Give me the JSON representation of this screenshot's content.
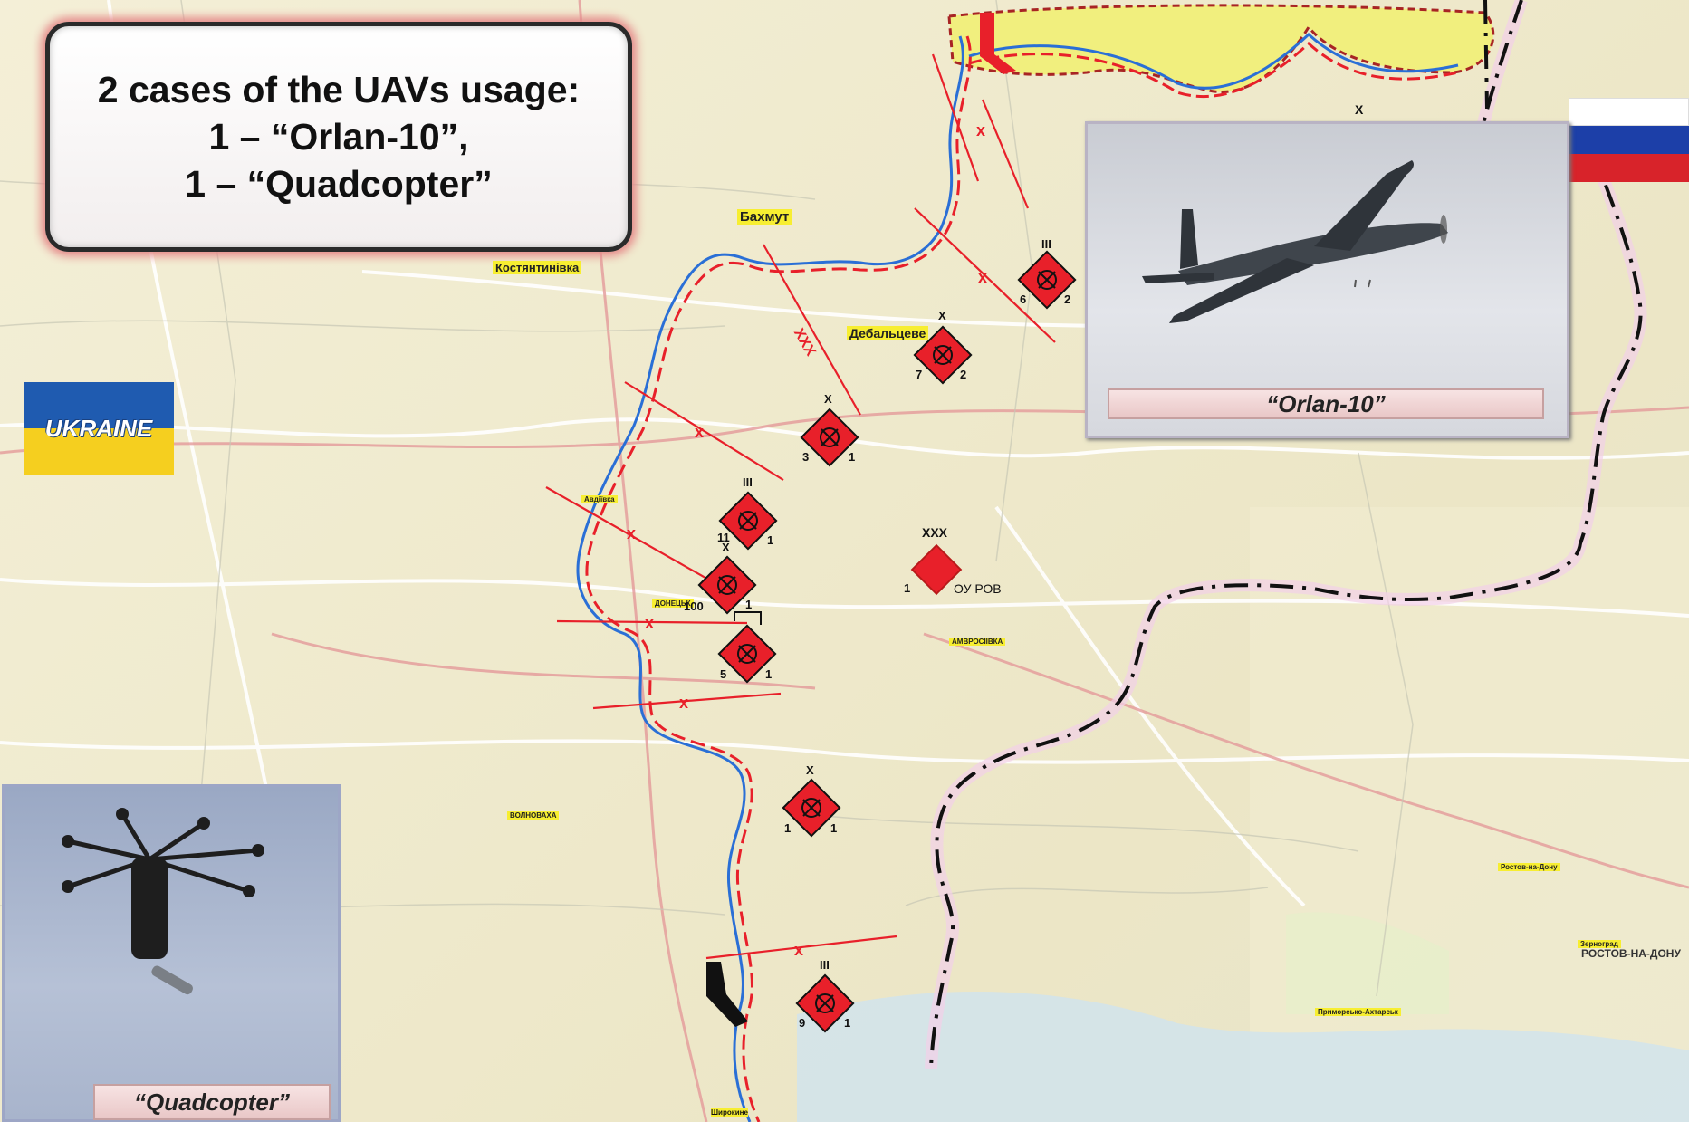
{
  "info_box": {
    "line1": "2 cases of the UAVs usage:",
    "line2": "1 – “Orlan-10”,",
    "line3": "1 – “Quadcopter”"
  },
  "flags": {
    "ukraine_text": "UKRAINE"
  },
  "photos": {
    "orlan_caption": "“Orlan-10”",
    "quad_caption": "“Quadcopter”"
  },
  "cities": {
    "bakhmut": "Бахмут",
    "kostiantynivka": "Костянтинівка",
    "debaltseve": "Дебальцеве",
    "avdiivka": "Авдіївка",
    "donetsk": "ДОНЕЦЬК",
    "amvrosiivka": "АМВРОСІЇВКА",
    "volnovakha": "ВОЛНОВАХА",
    "rostov_na_donu_small": "Ростов-на-Дону",
    "zernograd": "Зерноград",
    "rostov": "РОСТОВ-НА-ДОНУ",
    "primorsko_akhtarsk": "Приморсько-Ахтарськ",
    "shyrokyne": "Широкине"
  },
  "units": {
    "army_echelon": "XXX",
    "brigade": "X",
    "regiment": "III",
    "corps_hq": "ОУ РОВ",
    "u6": "6",
    "u6b": "2",
    "u7": "7",
    "u7b": "2",
    "u3": "3",
    "u3b": "1",
    "u11": "11",
    "u11b": "1",
    "u100": "100",
    "u100b": "1",
    "u5": "5",
    "u5b": "1",
    "u1": "1",
    "u1b": "1",
    "u9": "9",
    "u9b": "1",
    "corps_num": "1"
  },
  "colors": {
    "front_red": "#e8202a",
    "front_blue": "#2a6fd6",
    "occupied_zone": "#f1ef7e",
    "border_line": "#111111",
    "unit_fill": "#e8202a"
  }
}
